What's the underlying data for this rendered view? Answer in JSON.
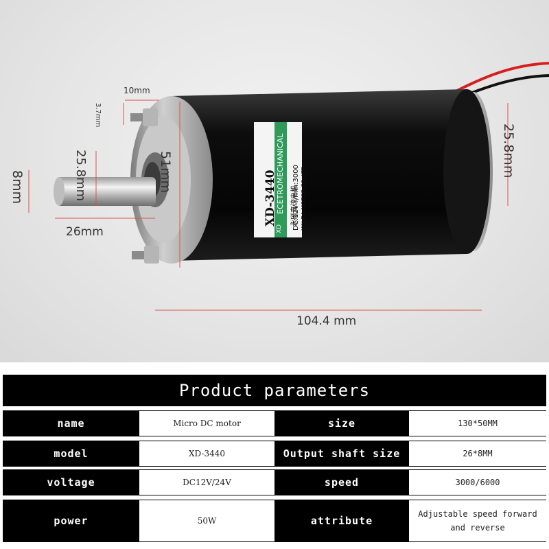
{
  "photo": {
    "dimensions": {
      "top_bolt_width": "10mm",
      "bolt_height": "3.7mm",
      "flange_left": "25.8mm",
      "body_diameter": "51mm",
      "shaft_diameter": "8mm",
      "shaft_length": "26mm",
      "rear_cap": "25.8mm",
      "total_length": "104.4 mm"
    },
    "label": {
      "model": "XD-3440",
      "band": "ECETROMECHANICAL",
      "xd": "XD",
      "chinese": "永磁直流电机",
      "spec": "DC:12V  r/min:3000",
      "maker": "XIN DA MOTOR CO.,LTD"
    }
  },
  "table": {
    "title": "Product parameters",
    "rows": [
      {
        "k1": "name",
        "v1": "Micro DC motor",
        "k2": "size",
        "v2": "130*50MM"
      },
      {
        "k1": "model",
        "v1": "XD-3440",
        "k2": "Output shaft size",
        "v2": "26*8MM"
      },
      {
        "k1": "voltage",
        "v1": "DC12V/24V",
        "k2": "speed",
        "v2": "3000/6000"
      },
      {
        "k1": "power",
        "v1": "50W",
        "k2": "attribute",
        "v2": "Adjustable speed forward and reverse"
      }
    ]
  },
  "colors": {
    "label_green": "#2f9a5a",
    "dimension_red": "#d9534f",
    "table_black": "#000000"
  }
}
